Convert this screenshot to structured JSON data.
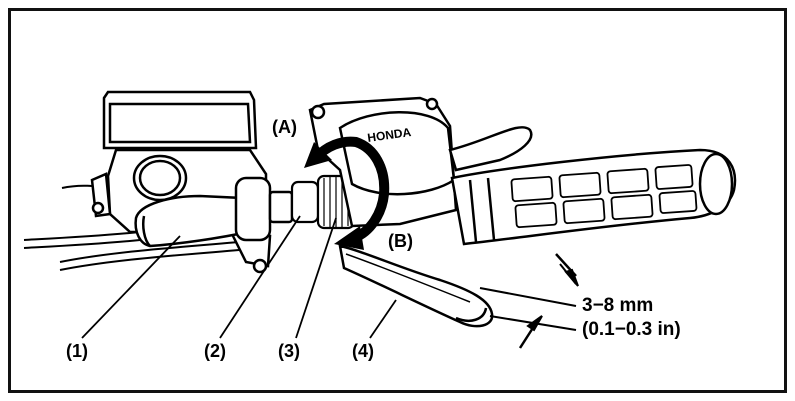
{
  "diagram": {
    "callouts": [
      {
        "id": "1",
        "text": "(1)"
      },
      {
        "id": "2",
        "text": "(2)"
      },
      {
        "id": "3",
        "text": "(3)"
      },
      {
        "id": "4",
        "text": "(4)"
      }
    ],
    "directions": {
      "a": "(A)",
      "b": "(B)"
    },
    "spec": {
      "metric": "3−8 mm",
      "imperial": "(0.1−0.3 in)"
    },
    "grip_brand": "HONDA",
    "colors": {
      "ink": "#000000",
      "paper": "#ffffff",
      "frame": "#111111"
    },
    "icons": {
      "direction_arrows": "curved-double-arrow-icon",
      "gap_arrows": "dimension-arrow-icon"
    }
  }
}
